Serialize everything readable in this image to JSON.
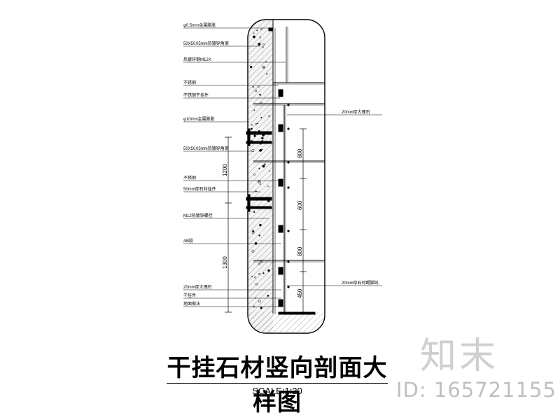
{
  "drawing": {
    "title": "干挂石材竖向剖面大样图",
    "scale": "SCALE:1:20",
    "left_callouts": [
      "φ0.5mm金属膨胀",
      "50X50X5mm热镀锌角钢",
      "热镀锌钢M12X",
      "不锈钢",
      "不锈钢干挂件",
      "φ10mm金属膨胀",
      "50X50X5mm热镀锌角钢",
      "不锈钢",
      "50mm厚石材挂件",
      "M12热镀锌螺栓",
      "AB胶",
      "20mm厚大理石",
      "干挂件",
      "地面做法"
    ],
    "right_callouts": [
      "20mm厚大理石",
      "20mm厚石材踢脚线"
    ],
    "dimensions": {
      "spacing_a": "800",
      "spacing_b": "600",
      "spacing_c": "800",
      "spacing_d": "450",
      "overall_upper": "1200",
      "overall_lower": "1300"
    }
  },
  "watermark": {
    "logo_text": "知末",
    "id_text": "ID: 165721155"
  }
}
